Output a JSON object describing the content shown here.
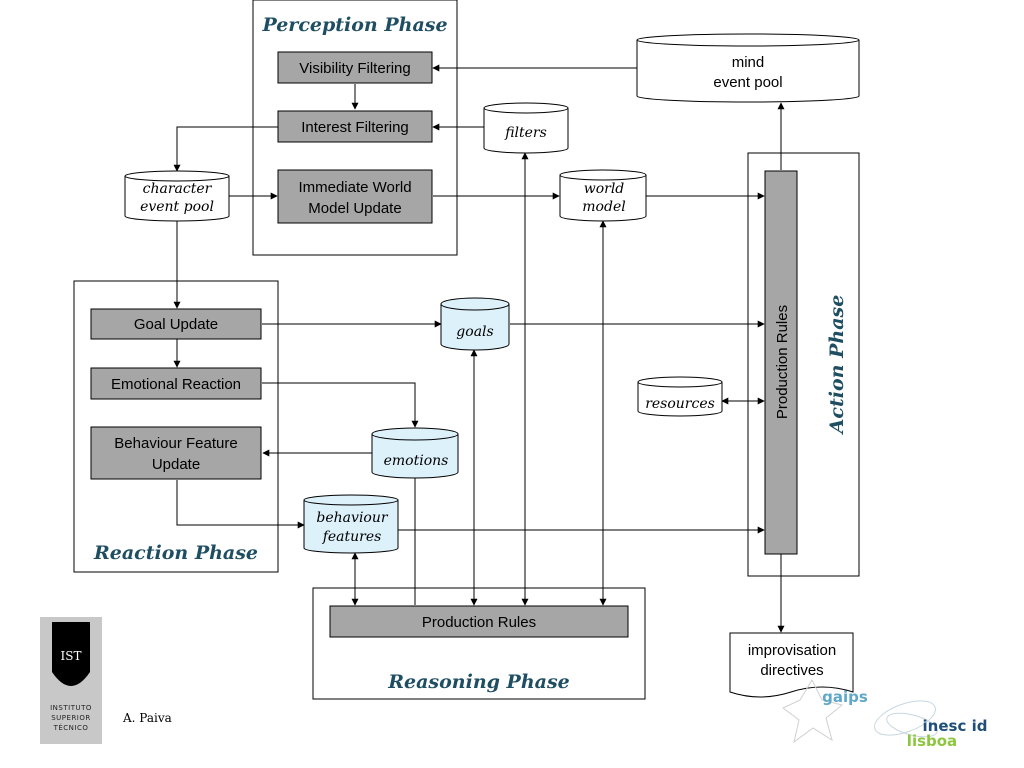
{
  "phases": {
    "perception": "Perception Phase",
    "reaction": "Reaction Phase",
    "reasoning": "Reasoning Phase",
    "action": "Action Phase"
  },
  "processes": {
    "visibility_filtering": "Visibility Filtering",
    "interest_filtering": "Interest Filtering",
    "immediate_world_model_update_1": "Immediate World",
    "immediate_world_model_update_2": "Model Update",
    "goal_update": "Goal Update",
    "emotional_reaction": "Emotional Reaction",
    "behaviour_feature_update_1": "Behaviour Feature",
    "behaviour_feature_update_2": "Update",
    "reasoning_production_rules": "Production Rules",
    "action_production_rules": "Production Rules"
  },
  "stores": {
    "mind_event_pool_1": "mind",
    "mind_event_pool_2": "event pool",
    "filters": "filters",
    "character_event_pool_1": "character",
    "character_event_pool_2": "event pool",
    "world_model_1": "world",
    "world_model_2": "model",
    "goals": "goals",
    "emotions": "emotions",
    "behaviour_features_1": "behaviour",
    "behaviour_features_2": "features",
    "resources": "resources"
  },
  "output": {
    "improvisation_1": "improvisation",
    "improvisation_2": "directives"
  },
  "footer": {
    "author": "A. Paiva",
    "ist_1": "INSTITUTO",
    "ist_2": "SUPERIOR",
    "ist_3": "TÉCNICO",
    "ist_mark": "IST",
    "gaips": "gaips",
    "inesc": "inesc id",
    "lisboa": "lisboa"
  },
  "colors": {
    "process_fill": "#a6a6a6",
    "store_fill_blue": "#ddf1fb",
    "phase_text": "#1f4e63",
    "gaips": "#5fa8c8",
    "inesc": "#1f4e79",
    "lisboa": "#8dc63f"
  }
}
